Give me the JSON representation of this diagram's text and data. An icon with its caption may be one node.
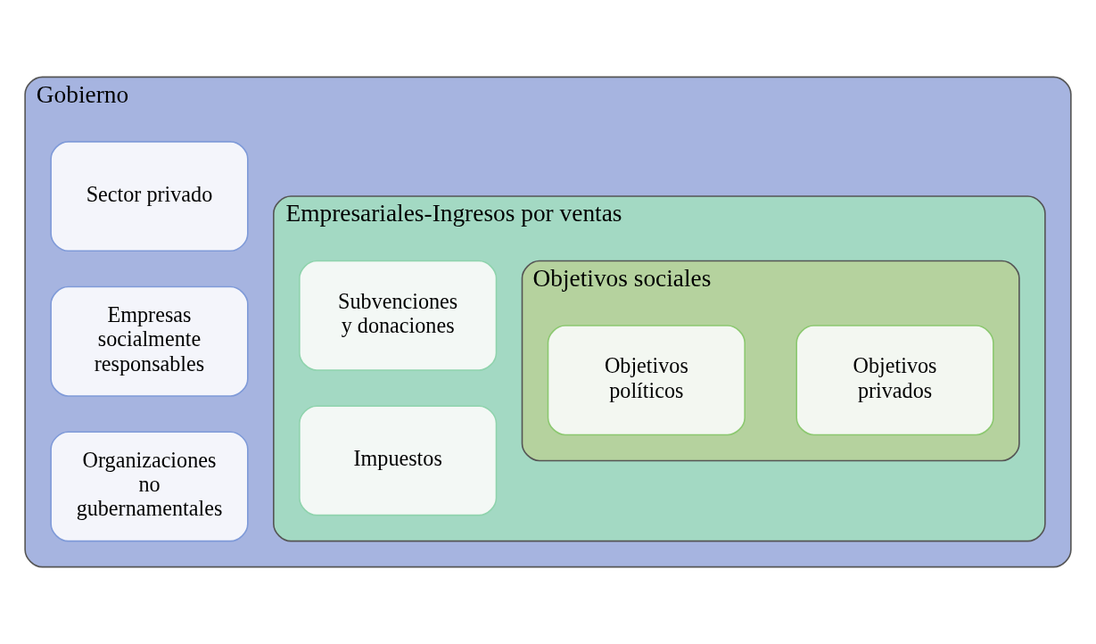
{
  "diagram": {
    "nodes": [
      {
        "text": [
          "Gobierno"
        ]
      },
      {
        "text": [
          "Sector privado"
        ],
        "in": 0
      },
      {
        "text": [
          "Empresas socialmente responsables"
        ],
        "in": 0
      },
      {
        "text": [
          "Organizaciones no gubernamentales"
        ],
        "in": 0
      },
      {
        "text": [
          "Empresariales-Ingresos por ventas"
        ],
        "in": 0
      },
      {
        "text": [
          "Subvenciones y donaciones"
        ],
        "in": 4
      },
      {
        "text": [
          "Impuestos"
        ],
        "in": 4
      },
      {
        "text": [
          "Objetivos sociales"
        ],
        "in": 4
      },
      {
        "text": [
          "Objetivos políticos"
        ],
        "in": 7
      },
      {
        "text": [
          "Objetivos privados"
        ],
        "in": 7
      }
    ]
  }
}
